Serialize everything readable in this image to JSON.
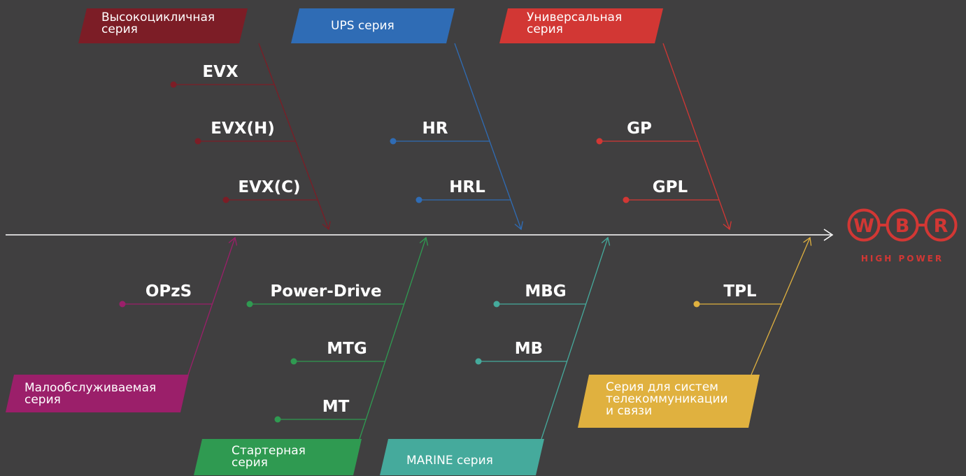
{
  "colors": {
    "background": "#403f40",
    "main_line": "#ffffff",
    "brand": "#d23734"
  },
  "categories": [
    {
      "id": "high-cycle",
      "lines": [
        "Высокоцикличная",
        "серия"
      ],
      "color": "#7c1d26",
      "items": [
        "EVX",
        "EVX(H)",
        "EVX(C)"
      ]
    },
    {
      "id": "ups",
      "lines": [
        "UPS серия"
      ],
      "color": "#2f6cb5",
      "items": [
        "HR",
        "HRL"
      ]
    },
    {
      "id": "universal",
      "lines": [
        "Универсальная",
        "серия"
      ],
      "color": "#d23734",
      "items": [
        "GP",
        "GPL"
      ]
    },
    {
      "id": "low-maintenance",
      "lines": [
        "Малообслуживаемая",
        "серия"
      ],
      "color": "#9b1f6a",
      "items": [
        "OPzS"
      ]
    },
    {
      "id": "starter",
      "lines": [
        "Стартерная",
        "серия"
      ],
      "color": "#2f9a51",
      "items": [
        "Power-Drive",
        "MTG",
        "MT"
      ]
    },
    {
      "id": "marine",
      "lines": [
        "MARINE серия"
      ],
      "color": "#45aa9c",
      "items": [
        "MBG",
        "MB"
      ]
    },
    {
      "id": "telecom",
      "lines": [
        "Серия для систем",
        "телекоммуникации",
        "и связи"
      ],
      "color": "#e0b13f",
      "items": [
        "TPL"
      ]
    }
  ],
  "logo": {
    "letters": [
      "W",
      "B",
      "R"
    ],
    "tagline": "HIGH POWER"
  }
}
